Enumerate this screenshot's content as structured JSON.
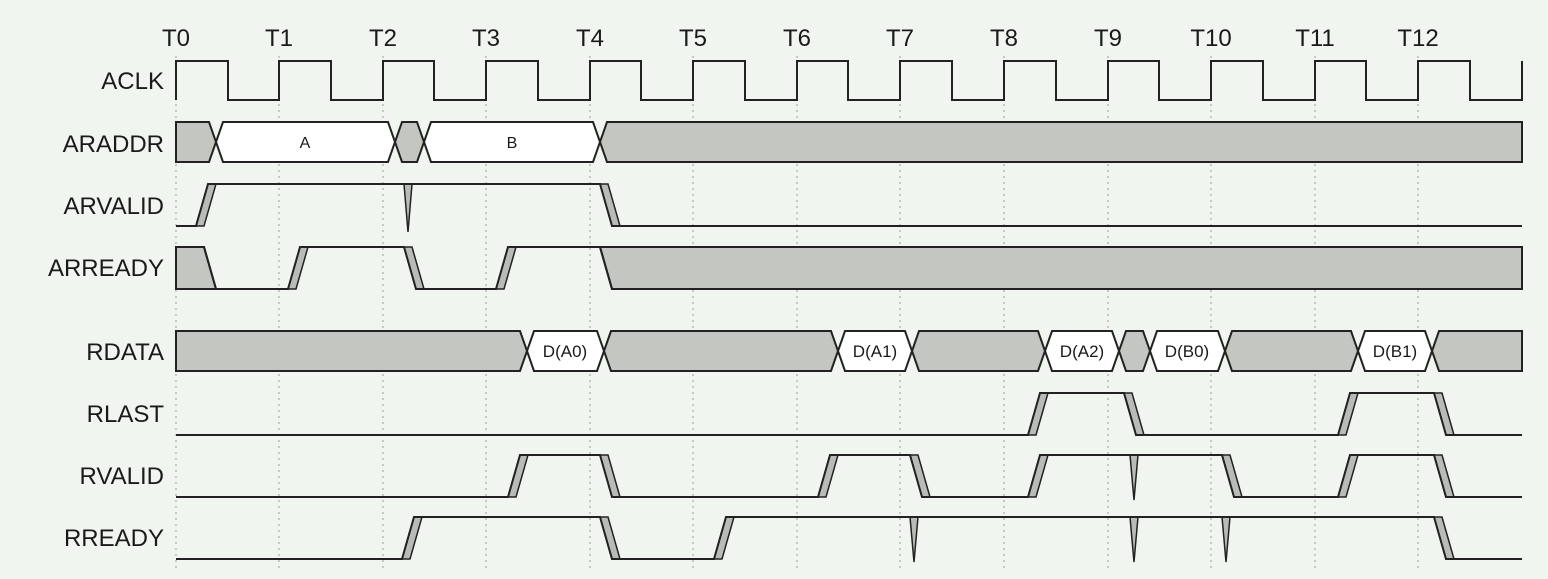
{
  "clock_ticks": [
    "T0",
    "T1",
    "T2",
    "T3",
    "T4",
    "T5",
    "T6",
    "T7",
    "T8",
    "T9",
    "T10",
    "T11",
    "T12"
  ],
  "signals": {
    "aclk": "ACLK",
    "araddr": "ARADDR",
    "arvalid": "ARVALID",
    "arready": "ARREADY",
    "rdata": "RDATA",
    "rlast": "RLAST",
    "rvalid": "RVALID",
    "rready": "RREADY"
  },
  "araddr_values": [
    "A",
    "B"
  ],
  "rdata_values": [
    "D(A0)",
    "D(A1)",
    "D(A2)",
    "D(B0)",
    "D(B1)"
  ],
  "colors": {
    "background": "#f0f5f0",
    "invalid_fill": "#c3c6c1",
    "line": "#222222"
  }
}
